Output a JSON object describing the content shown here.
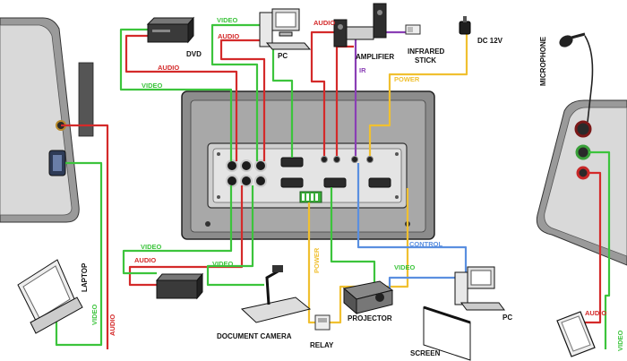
{
  "colors": {
    "audio": "#d42a2a",
    "video": "#3cc43c",
    "ir": "#8a3fb5",
    "power": "#f0c030",
    "control": "#5a8fe0",
    "panel": "#8c8c8c",
    "panel_light": "#cfcfcf",
    "panel_dark": "#3a3a3a"
  },
  "devices": {
    "dvd": "DVD",
    "pc_top": "PC",
    "amplifier": "AMPLIFIER",
    "infrared_stick_line1": "INFRARED",
    "infrared_stick_line2": "STICK",
    "dc": "DC 12V",
    "microphone": "MICROPHONE",
    "laptop": "LAPTOP",
    "document_camera": "DOCUMENT CAMERA",
    "relay": "RELAY",
    "projector": "PROJECTOR",
    "screen": "SCREEN",
    "pc_bottom": "PC"
  },
  "wire_labels": {
    "video": "VIDEO",
    "audio": "AUDIO",
    "ir": "IR",
    "power": "POWER",
    "control": "CONTROL"
  }
}
